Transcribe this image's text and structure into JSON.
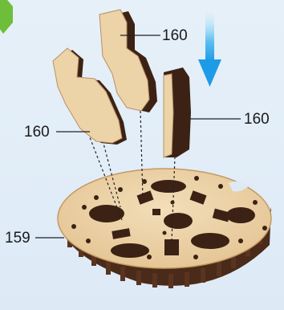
{
  "callouts": {
    "top_piece": "160",
    "left_piece": "160",
    "right_piece": "160",
    "base_gear": "159"
  },
  "icons": {
    "direction_arrow": "down-arrow-icon",
    "step_marker": "green-hexagon-icon"
  },
  "colors": {
    "background": "#e6f0f9",
    "wood_face": "#ecd3a8",
    "wood_edge": "#4a2a18",
    "arrow": "#2aa3e8",
    "marker": "#6fbe3a"
  }
}
